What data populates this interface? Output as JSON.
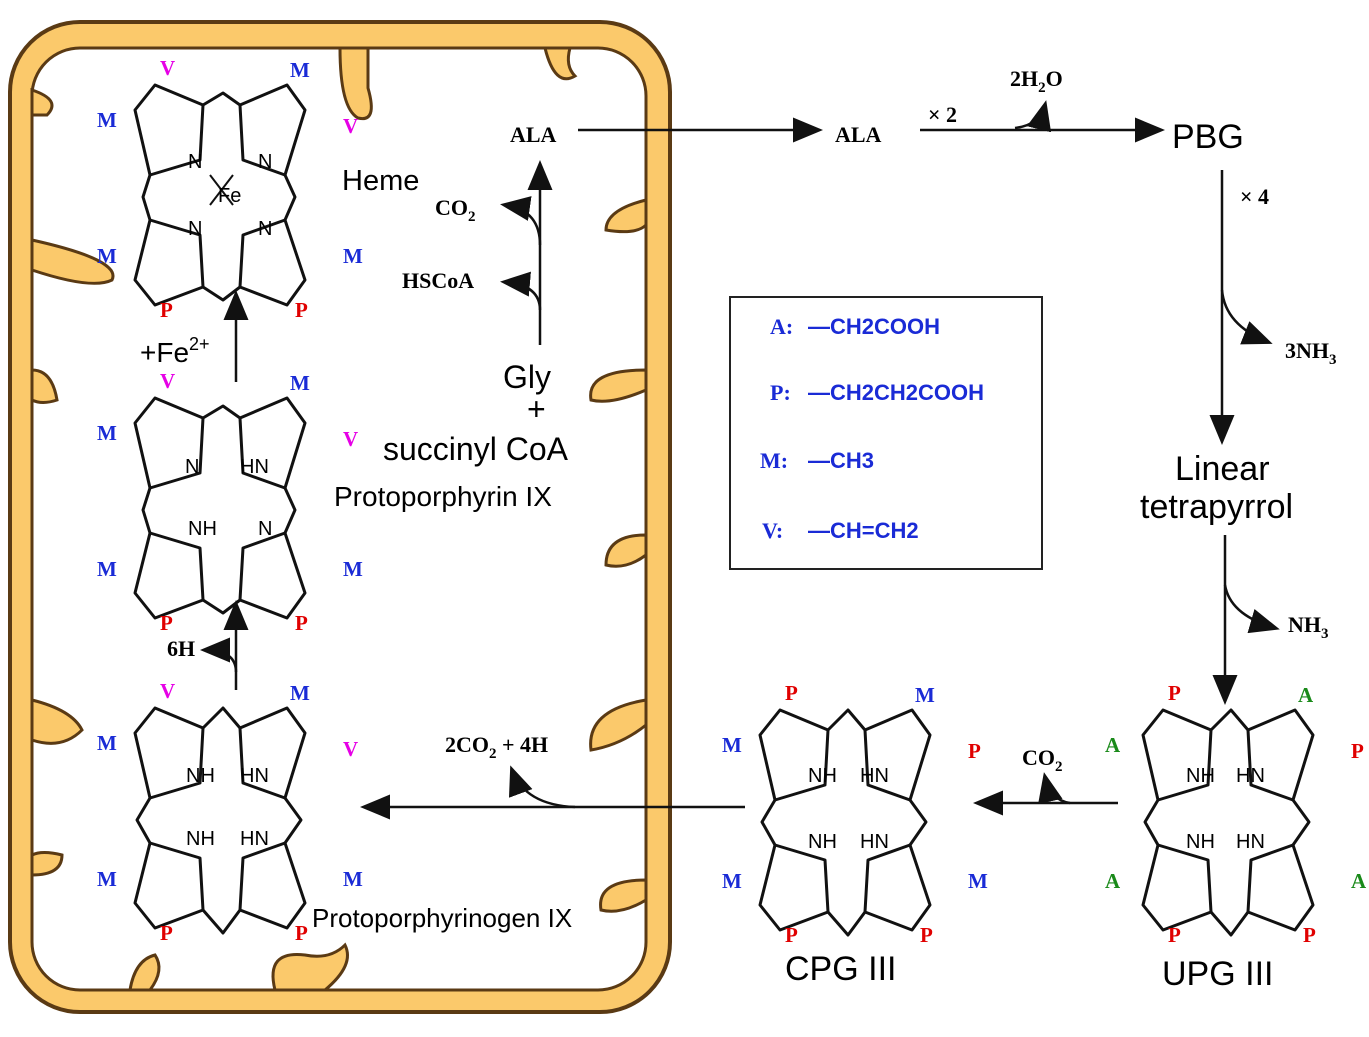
{
  "labels": {
    "heme": "Heme",
    "fe_add": "+Fe",
    "fe_sup": "2+",
    "protoporphyrin": "Protoporphyrin IX",
    "protoporphyrinogen": "Protoporphyrinogen IX",
    "gly": "Gly",
    "plus": "+",
    "succinyl": "succinyl CoA",
    "ala_mito": "ALA",
    "ala_cyto": "ALA",
    "co2_out": "CO",
    "hscoa_out": "HSCoA",
    "times2": "× 2",
    "h2o": "2H",
    "h2o_tail": "O",
    "pbg": "PBG",
    "times4": "× 4",
    "nh3_3": "3NH",
    "linear1": "Linear",
    "linear2": "tetrapyrrol",
    "nh3_1": "NH",
    "co2_upg": "CO",
    "co2h_loss": "2CO",
    "co2h_tail": " + 4H",
    "six_h": "6H",
    "cpg": "CPG III",
    "upg": "UPG III",
    "sub2": "2",
    "sub3": "3"
  },
  "legend": {
    "items": [
      {
        "key": "A:",
        "text": "—CH2COOH"
      },
      {
        "key": "P:",
        "text": "—CH2CH2COOH"
      },
      {
        "key": "M:",
        "text": "—CH3"
      },
      {
        "key": "V:",
        "text": "—CH=CH2"
      }
    ]
  },
  "substituents": {
    "heme": [
      "V",
      "M",
      "M",
      "V",
      "M",
      "M",
      "P",
      "P"
    ],
    "protoporphyrin": [
      "V",
      "M",
      "M",
      "V",
      "M",
      "M",
      "P",
      "P"
    ],
    "protoporphyrinogen": [
      "V",
      "M",
      "M",
      "V",
      "M",
      "M",
      "P",
      "P"
    ],
    "cpg": [
      "P",
      "M",
      "M",
      "P",
      "M",
      "M",
      "P",
      "P"
    ],
    "upg": [
      "P",
      "A",
      "A",
      "P",
      "A",
      "A",
      "P",
      "P"
    ]
  },
  "atoms": {
    "n": "N",
    "nh": "NH",
    "hn": "HN",
    "fe": "Fe"
  },
  "colors": {
    "membrane": "#fbc96b",
    "membrane_edge": "#5a3a14",
    "V": "#e600e6",
    "M": "#1a2bd6",
    "P": "#e00000",
    "A": "#1a8a1a",
    "legend_text": "#1a2bd6"
  }
}
